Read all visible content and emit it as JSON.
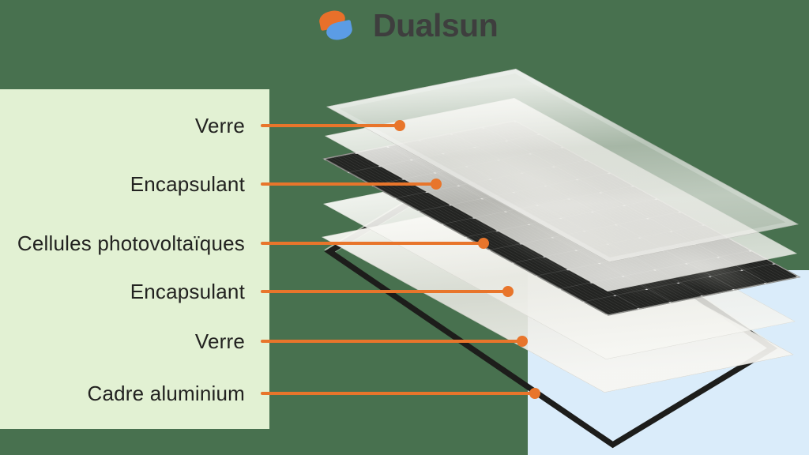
{
  "brand": {
    "name": "Dualsun",
    "logo_icon": "dualsun-swirl-icon",
    "logo_colors": {
      "orange": "#e8702a",
      "blue": "#5b9ce5",
      "text": "#3e3e3e"
    }
  },
  "palette": {
    "background_green": "#48714f",
    "label_panel_green": "#e2f1d3",
    "accent_blue_rect": "#daecfa",
    "leader_orange": "#e8752b",
    "label_text": "#222220"
  },
  "diagram": {
    "type": "exploded-view-solar-panel",
    "labels": [
      {
        "text": "Verre"
      },
      {
        "text": "Encapsulant"
      },
      {
        "text": "Cellules photovoltaïques"
      },
      {
        "text": "Encapsulant"
      },
      {
        "text": "Verre"
      },
      {
        "text": "Cadre aluminium"
      }
    ]
  }
}
